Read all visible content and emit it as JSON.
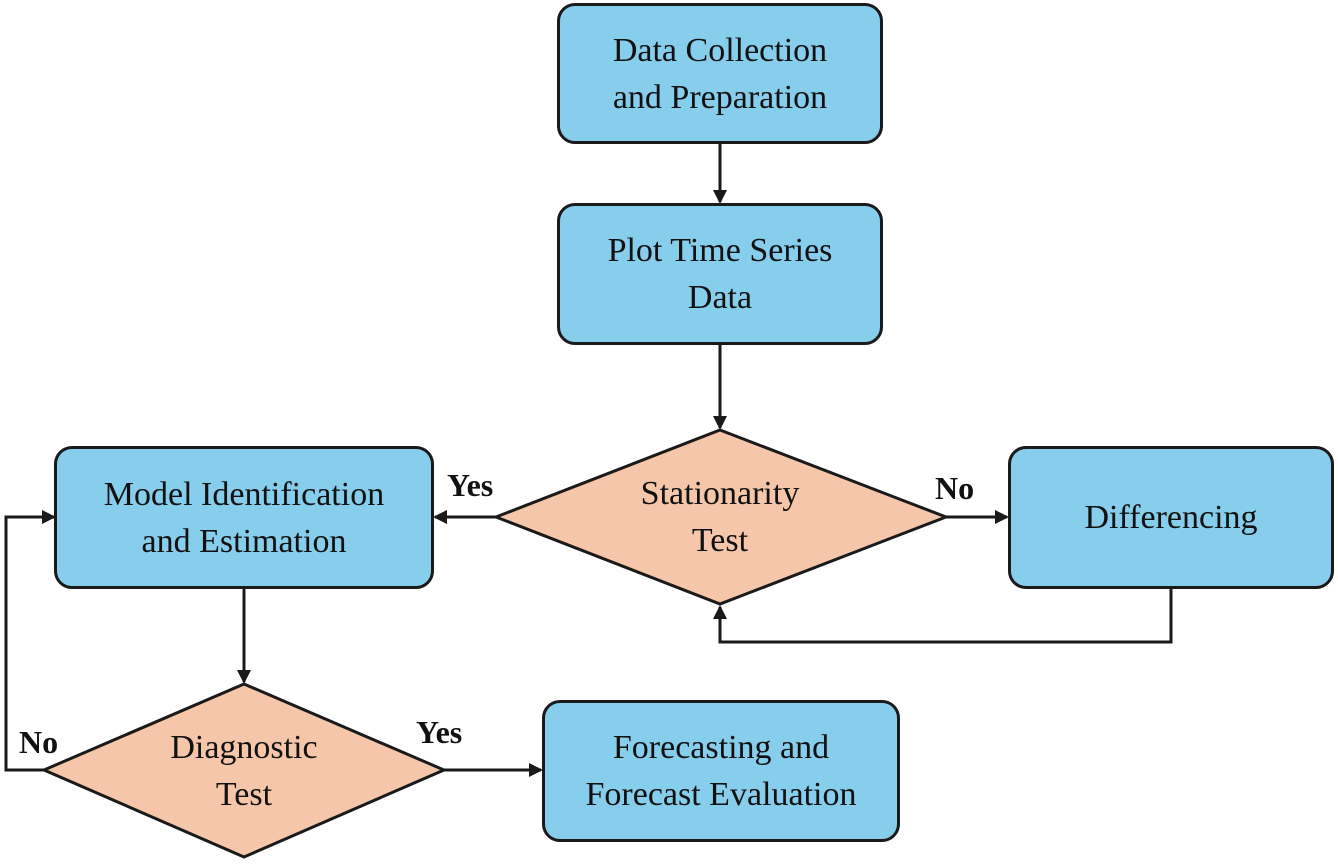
{
  "nodes": {
    "data_collection": {
      "line1": "Data Collection",
      "line2": "and Preparation"
    },
    "plot_series": {
      "line1": "Plot Time Series",
      "line2": "Data"
    },
    "stationarity": {
      "line1": "Stationarity",
      "line2": "Test"
    },
    "differencing": {
      "line1": "Differencing"
    },
    "model_id": {
      "line1": "Model Identification",
      "line2": "and Estimation"
    },
    "diagnostic": {
      "line1": "Diagnostic",
      "line2": "Test"
    },
    "forecasting": {
      "line1": "Forecasting and",
      "line2": "Forecast Evaluation"
    }
  },
  "edge_labels": {
    "stationarity_yes": "Yes",
    "stationarity_no": "No",
    "diagnostic_yes": "Yes",
    "diagnostic_no": "No"
  },
  "colors": {
    "process_fill": "#87CDEC",
    "decision_fill": "#F5C6A9",
    "stroke": "#1a1a1a"
  }
}
